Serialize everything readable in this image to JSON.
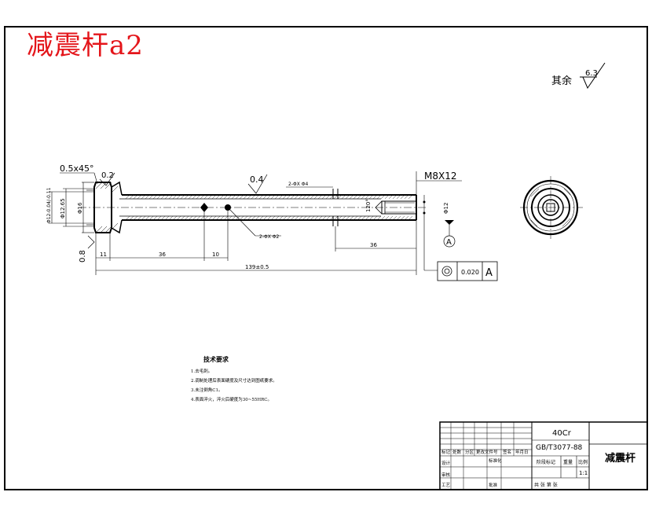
{
  "stamp_title": "减震杆a2",
  "roughness_note": {
    "prefix": "其余",
    "value": "6.3"
  },
  "part_labels": {
    "chamfer": "0.5x45°",
    "roughness_head": "0.2",
    "roughness_bore": "0.4",
    "roughness_face": "0.8",
    "thread": "M8X12",
    "hole_top": "2-ΦX Φ4",
    "hole_bottom": "2-ΦX Φ2",
    "angle": "120°",
    "dia_head": "Φ12-0.04/-0.11",
    "dia_1265": "Φ12.65",
    "dia_16": "Φ16",
    "dia_12": "Φ12",
    "datum": "A"
  },
  "dimensions": {
    "d11": "11",
    "d36a": "36",
    "d10": "10",
    "d36b": "36",
    "overall": "139±0.5"
  },
  "tolerance_frame": {
    "symbol": "◎",
    "value": "0.020",
    "datum": "A"
  },
  "tech_requirements": {
    "heading": "技术要求",
    "items": [
      "1.去毛刺。",
      "2.调制处理后表面硬度及尺寸达到图纸要求。",
      "3.未注倒角C1。",
      "4.表面淬火，淬火后硬度为30~55HRC。"
    ]
  },
  "title_block": {
    "material": "40Cr",
    "standard": "GB/T3077-88",
    "part_name": "减震杆",
    "scale": "1:1",
    "stage_label": "阶段标记",
    "weight_label": "重量",
    "scale_label": "比例",
    "sheets": "共  张  第  张",
    "rev_headers": [
      "标记",
      "处数",
      "分区",
      "更改文件号",
      "签名",
      "年月日"
    ],
    "designer": "设计",
    "checker": "审核",
    "process": "工艺",
    "standardize": "标准化",
    "approve": "批准"
  }
}
